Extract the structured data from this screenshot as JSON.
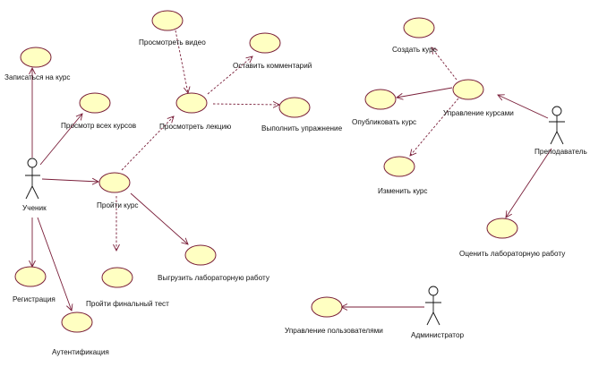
{
  "colors": {
    "usecase_fill": "#ffffc2",
    "line": "#7a1f3a",
    "text": "#111111",
    "background": "#ffffff"
  },
  "actors": {
    "student": "Ученик",
    "teacher": "Преподаватель",
    "admin": "Администратор"
  },
  "usecases": {
    "enroll": "Записаться на курс",
    "view_courses": "Просмотр всех курсов",
    "watch_video": "Просмотреть видео",
    "leave_comment": "Оставить комментарий",
    "view_lecture": "Просмотреть лекцию",
    "do_exercise": "Выполнить упражнение",
    "take_course": "Пройти курс",
    "upload_lab": "Выгрузить лабораторную работу",
    "final_test": "Пройти финальный тест",
    "registration": "Регистрация",
    "authentication": "Аутентификация",
    "create_course": "Создать курс",
    "publish_course": "Опубликовать курс",
    "manage_courses": "Управление курсами",
    "edit_course": "Изменить курс",
    "grade_lab": "Оценить лабораторную работу",
    "manage_users": "Управление пользователями"
  }
}
